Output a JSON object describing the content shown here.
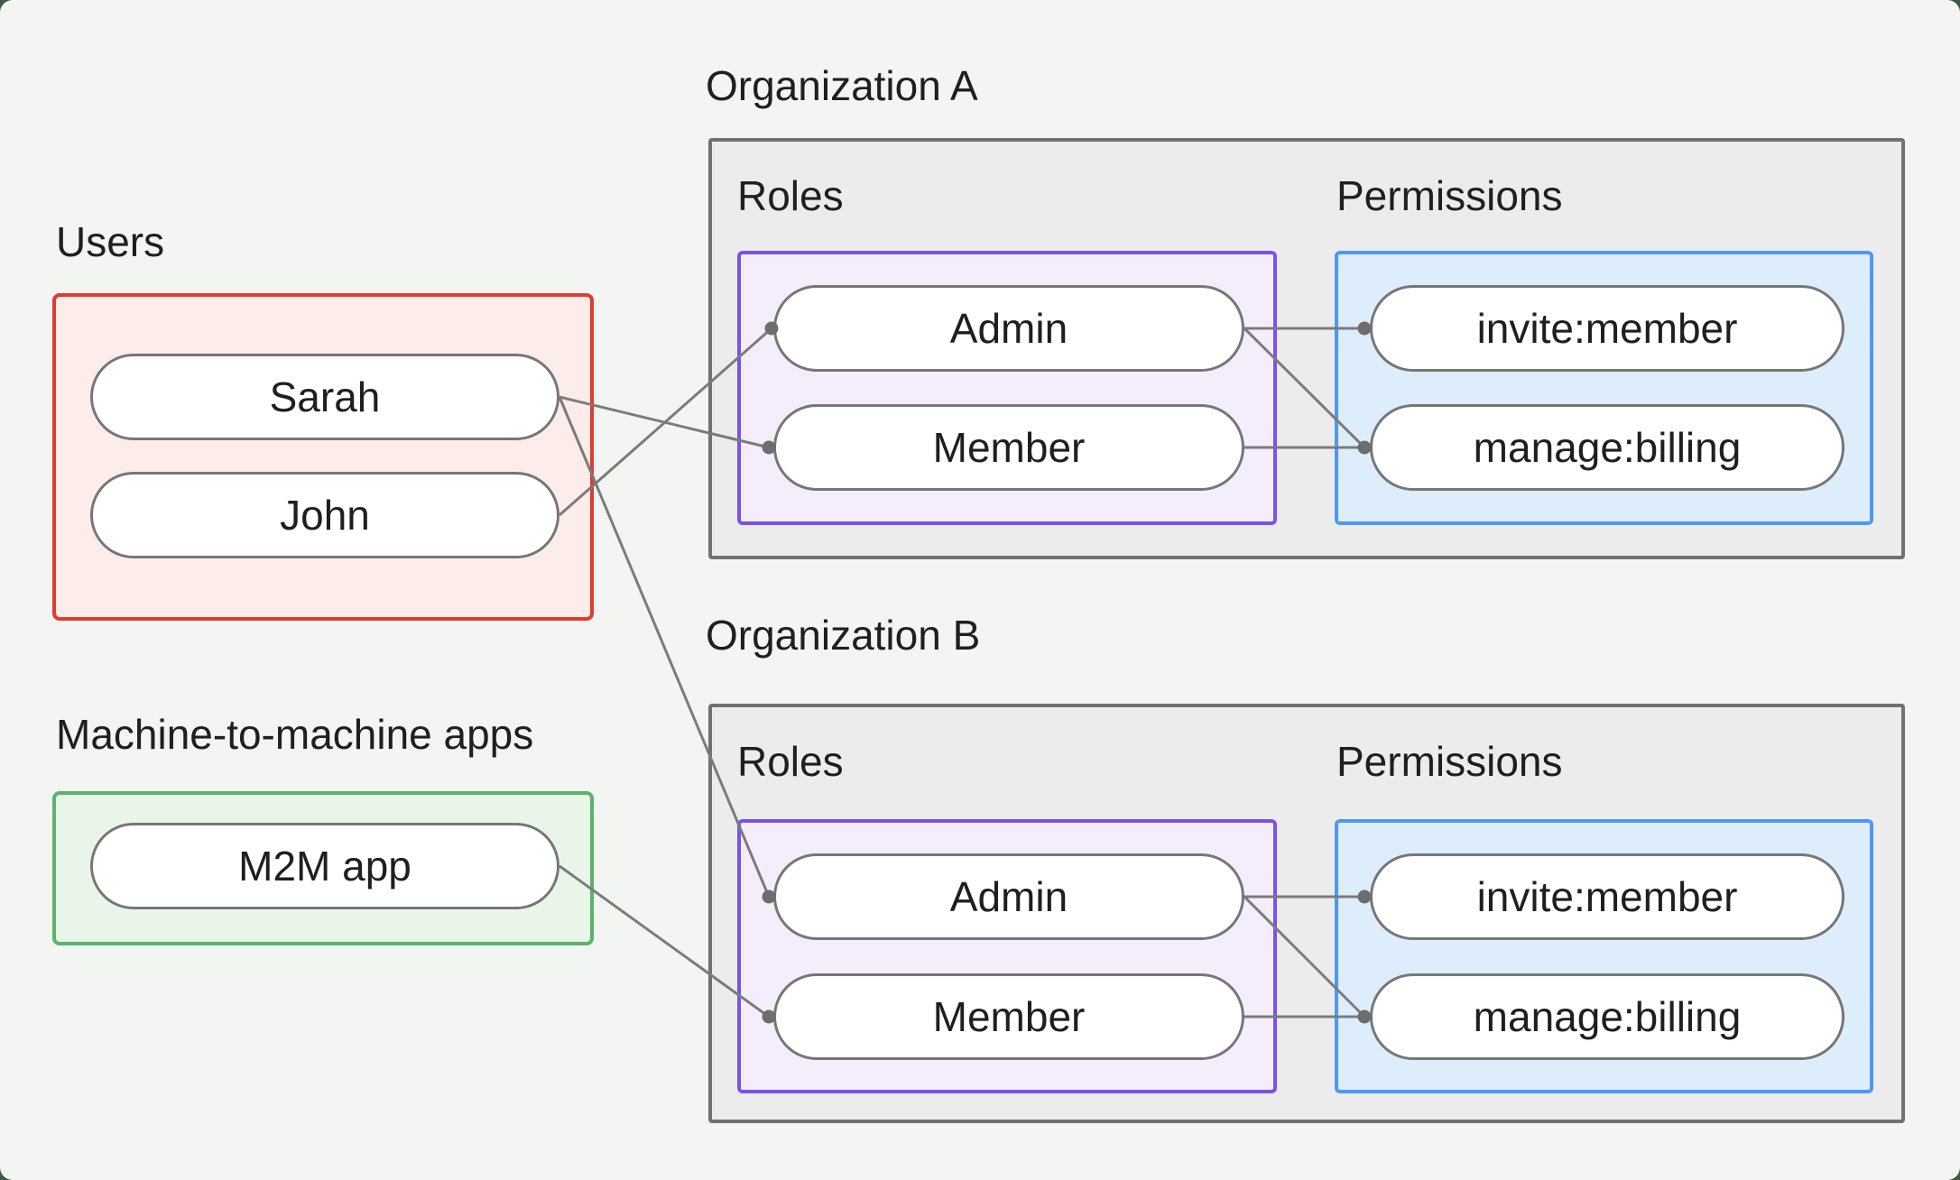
{
  "canvas": {
    "background": "#f2f5f2",
    "page_background": "#3d5a45",
    "text_color": "#1f1f1f",
    "line_color": "#7b7b7b",
    "dot_color": "#6d6d6d",
    "node_border_color": "#767676"
  },
  "users_group": {
    "label": "Users",
    "border_color": "#e13b30",
    "fill_color": "#fcecea",
    "nodes": [
      {
        "label": "Sarah"
      },
      {
        "label": "John"
      }
    ]
  },
  "m2m_group": {
    "label": "Machine-to-machine apps",
    "border_color": "#5db26b",
    "fill_color": "#e9f5e9",
    "nodes": [
      {
        "label": "M2M app"
      }
    ]
  },
  "org_a": {
    "label": "Organization A",
    "box_border_color": "#717171",
    "box_fill_color": "#ececec",
    "roles_label": "Roles",
    "roles_border_color": "#7852f0",
    "roles_fill_color": "#f4eefc",
    "roles": [
      {
        "label": "Admin"
      },
      {
        "label": "Member"
      }
    ],
    "permissions_label": "Permissions",
    "permissions_border_color": "#4c99f5",
    "permissions_fill_color": "#deedfb",
    "permissions": [
      {
        "label": "invite:member"
      },
      {
        "label": "manage:billing"
      }
    ]
  },
  "org_b": {
    "label": "Organization B",
    "box_border_color": "#717171",
    "box_fill_color": "#ececec",
    "roles_label": "Roles",
    "roles_border_color": "#7852f0",
    "roles_fill_color": "#f4eefc",
    "roles": [
      {
        "label": "Admin"
      },
      {
        "label": "Member"
      }
    ],
    "permissions_label": "Permissions",
    "permissions_border_color": "#4c99f5",
    "permissions_fill_color": "#deedfb",
    "permissions": [
      {
        "label": "invite:member"
      },
      {
        "label": "manage:billing"
      }
    ]
  },
  "connections": [
    {
      "from": "Sarah",
      "to": "Organization A / Member"
    },
    {
      "from": "John",
      "to": "Organization A / Admin"
    },
    {
      "from": "Sarah",
      "to": "Organization B / Admin"
    },
    {
      "from": "M2M app",
      "to": "Organization B / Member"
    },
    {
      "from": "Organization A / Admin",
      "to": "Organization A / invite:member"
    },
    {
      "from": "Organization A / Admin",
      "to": "Organization A / manage:billing"
    },
    {
      "from": "Organization A / Member",
      "to": "Organization A / manage:billing"
    },
    {
      "from": "Organization B / Admin",
      "to": "Organization B / invite:member"
    },
    {
      "from": "Organization B / Admin",
      "to": "Organization B / manage:billing"
    },
    {
      "from": "Organization B / Member",
      "to": "Organization B / manage:billing"
    }
  ]
}
